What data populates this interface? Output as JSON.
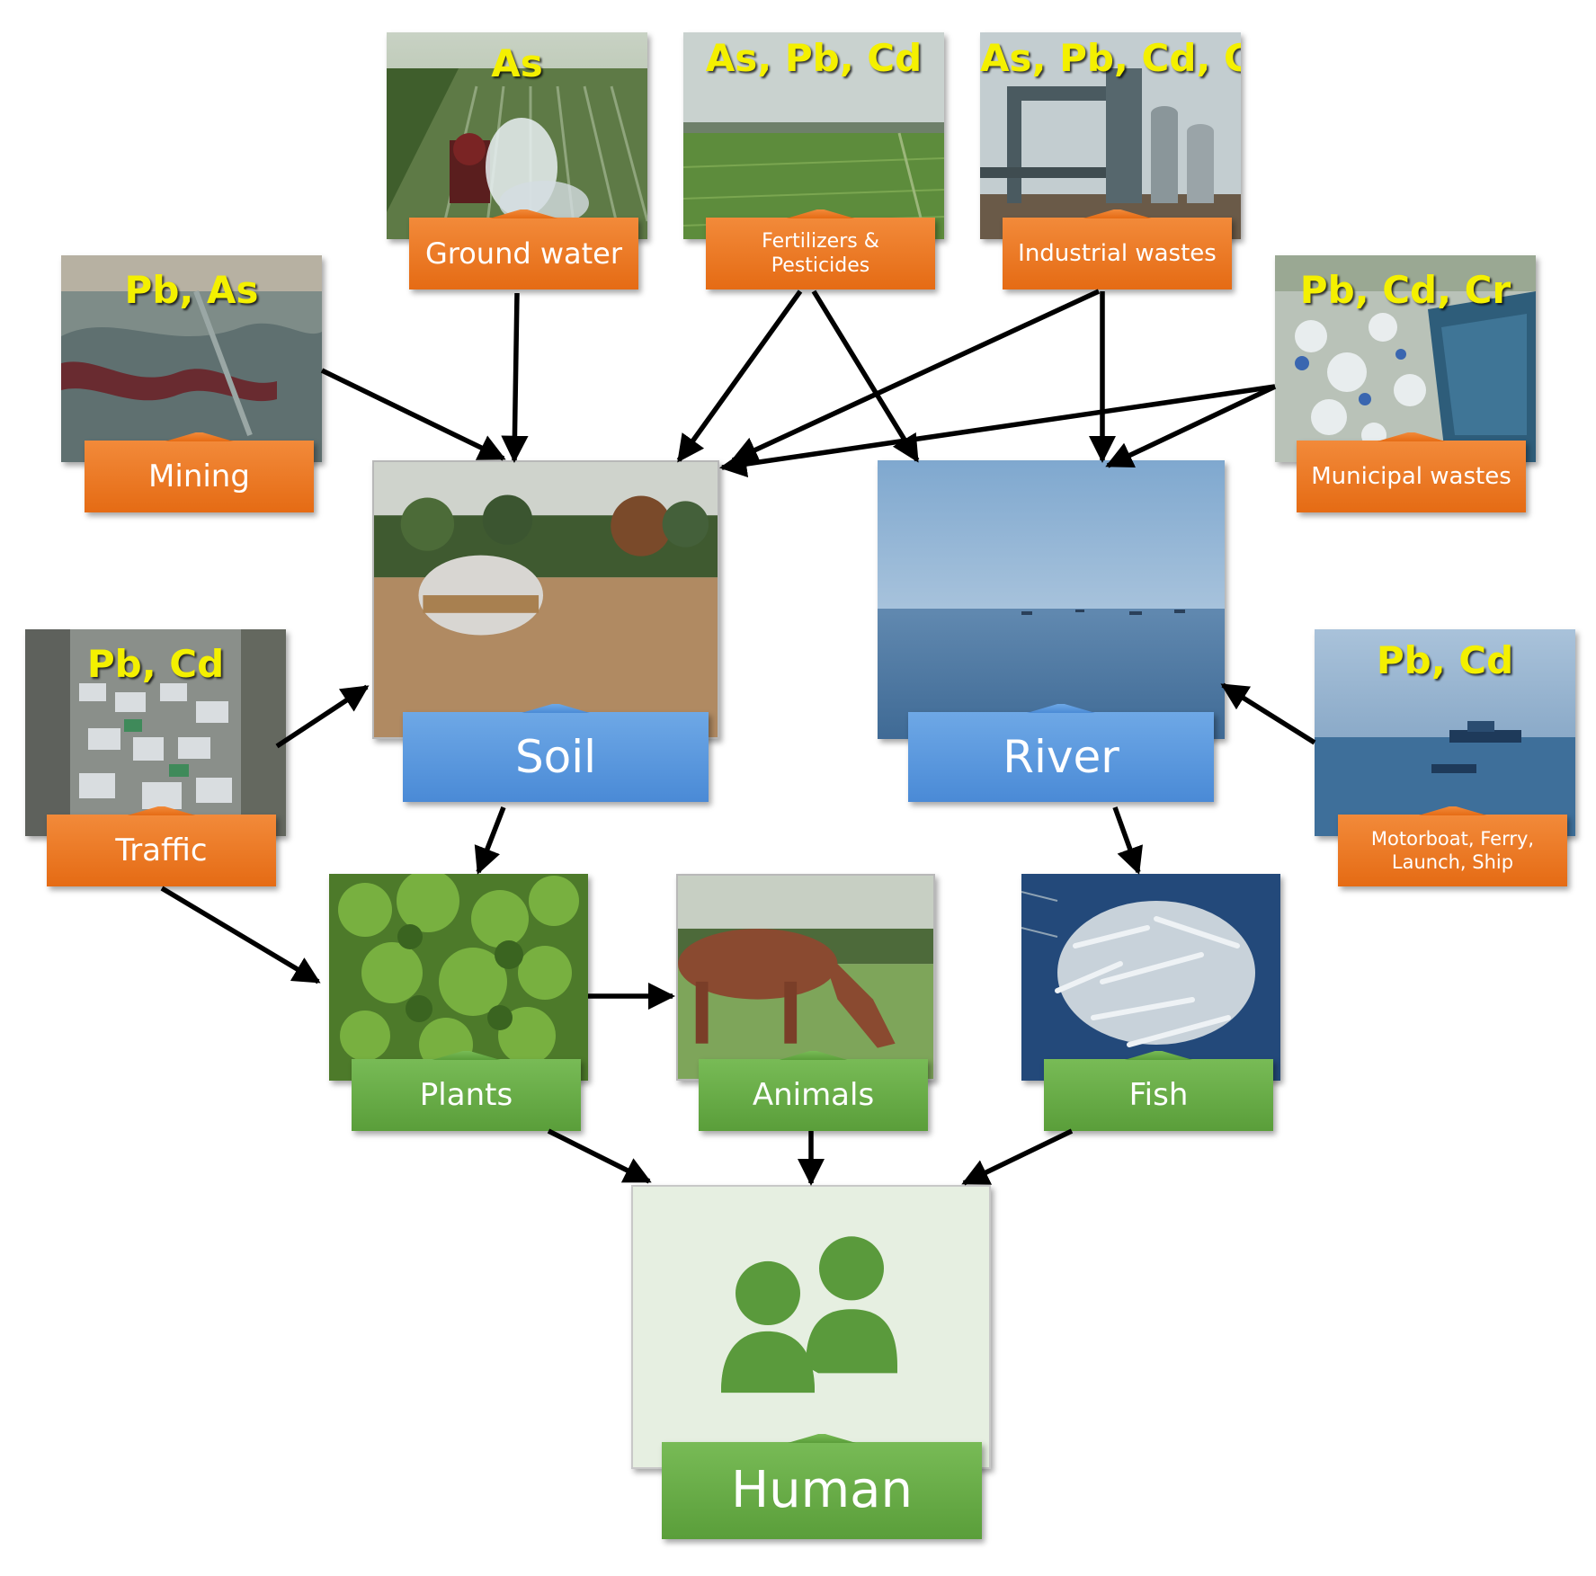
{
  "sources": {
    "mining": {
      "metals": "Pb, As",
      "label": "Mining"
    },
    "ground_water": {
      "metals": "As",
      "label": "Ground water"
    },
    "fertilizers": {
      "metals": "As, Pb, Cd",
      "label_line1": "Fertilizers &",
      "label_line2": "Pesticides"
    },
    "industrial": {
      "metals": "As, Pb, Cd, Cr",
      "label": "Industrial wastes"
    },
    "municipal": {
      "metals": "Pb, Cd, Cr",
      "label": "Municipal wastes"
    },
    "traffic": {
      "metals": "Pb, Cd",
      "label": "Traffic"
    },
    "boats": {
      "metals": "Pb, Cd",
      "label_line1": "Motorboat, Ferry,",
      "label_line2": "Launch, Ship"
    }
  },
  "sinks": {
    "soil": {
      "label": "Soil"
    },
    "river": {
      "label": "River"
    }
  },
  "receptors": {
    "plants": {
      "label": "Plants"
    },
    "animals": {
      "label": "Animals"
    },
    "fish": {
      "label": "Fish"
    },
    "human": {
      "label": "Human",
      "icon": "people-icon"
    }
  },
  "colors": {
    "source_label": "#e8741e",
    "sink_label": "#5b98dc",
    "receptor_label": "#66a944",
    "metal_text": "#f4f000",
    "arrow": "#000000"
  }
}
